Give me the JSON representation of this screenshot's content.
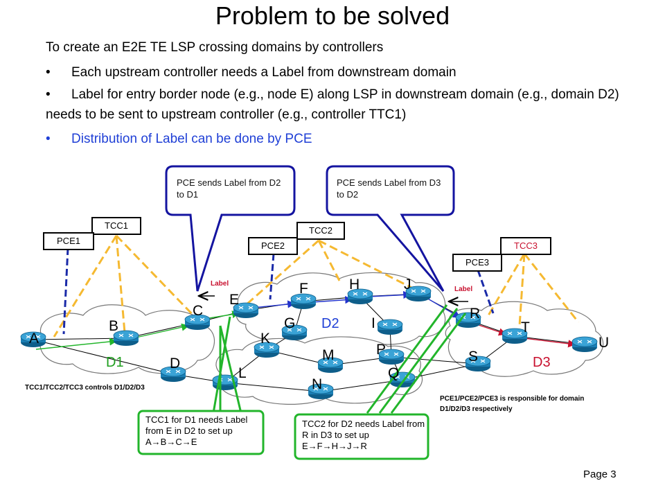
{
  "title": "Problem to be solved",
  "intro": "To create an E2E TE LSP crossing domains by controllers",
  "bullets": [
    "Each upstream controller needs a Label from downstream domain",
    "Label for entry border node (e.g., node E) along LSP in downstream domain (e.g., domain D2) needs to be sent to upstream controller (e.g., controller TTC1)",
    "Distribution of Label can be done by PCE"
  ],
  "bullet_symbol": "•",
  "callouts": {
    "d2_to_d1": "PCE sends Label from D2 to D1",
    "d3_to_d2": "PCE sends Label from D3 to D2"
  },
  "controllers": {
    "tcc1": "TCC1",
    "pce1": "PCE1",
    "tcc2": "TCC2",
    "pce2": "PCE2",
    "tcc3": "TCC3",
    "pce3": "PCE3"
  },
  "label_marks": {
    "left": "Label",
    "right": "Label"
  },
  "nodes": {
    "A": "A",
    "B": "B",
    "C": "C",
    "D": "D",
    "E": "E",
    "F": "F",
    "G": "G",
    "H": "H",
    "I": "I",
    "J": "J",
    "K": "K",
    "L": "L",
    "M": "M",
    "N": "N",
    "P": "P",
    "Q": "Q",
    "R": "R",
    "S": "S",
    "T": "T",
    "U": "U"
  },
  "domains": {
    "d1": "D1",
    "d2": "D2",
    "d3": "D3"
  },
  "notes": {
    "controls": "TCC1/TCC2/TCC3  controls D1/D2/D3",
    "responsible": "PCE1/PCE2/PCE3 is responsible for domain D1/D2/D3 respectively"
  },
  "boxes": {
    "tcc1_needs": "TCC1 for D1 needs Label from E in D2 to set up A→B→C→E",
    "tcc2_needs": "TCC2 for D2 needs Label from R in D3 to set up E→F→H→J→R"
  },
  "page": "Page 3",
  "colors": {
    "callout_border": "#1414a0",
    "dashed_pce": "#1a2aa8",
    "dashed_tcc": "#f5b931",
    "green_path": "#22b52b",
    "blue_path": "#2233cc",
    "red_path": "#c8102e",
    "router": "#1a7fb5"
  },
  "icons": [
    "router-icon",
    "cloud-shape",
    "speech-bubble"
  ]
}
